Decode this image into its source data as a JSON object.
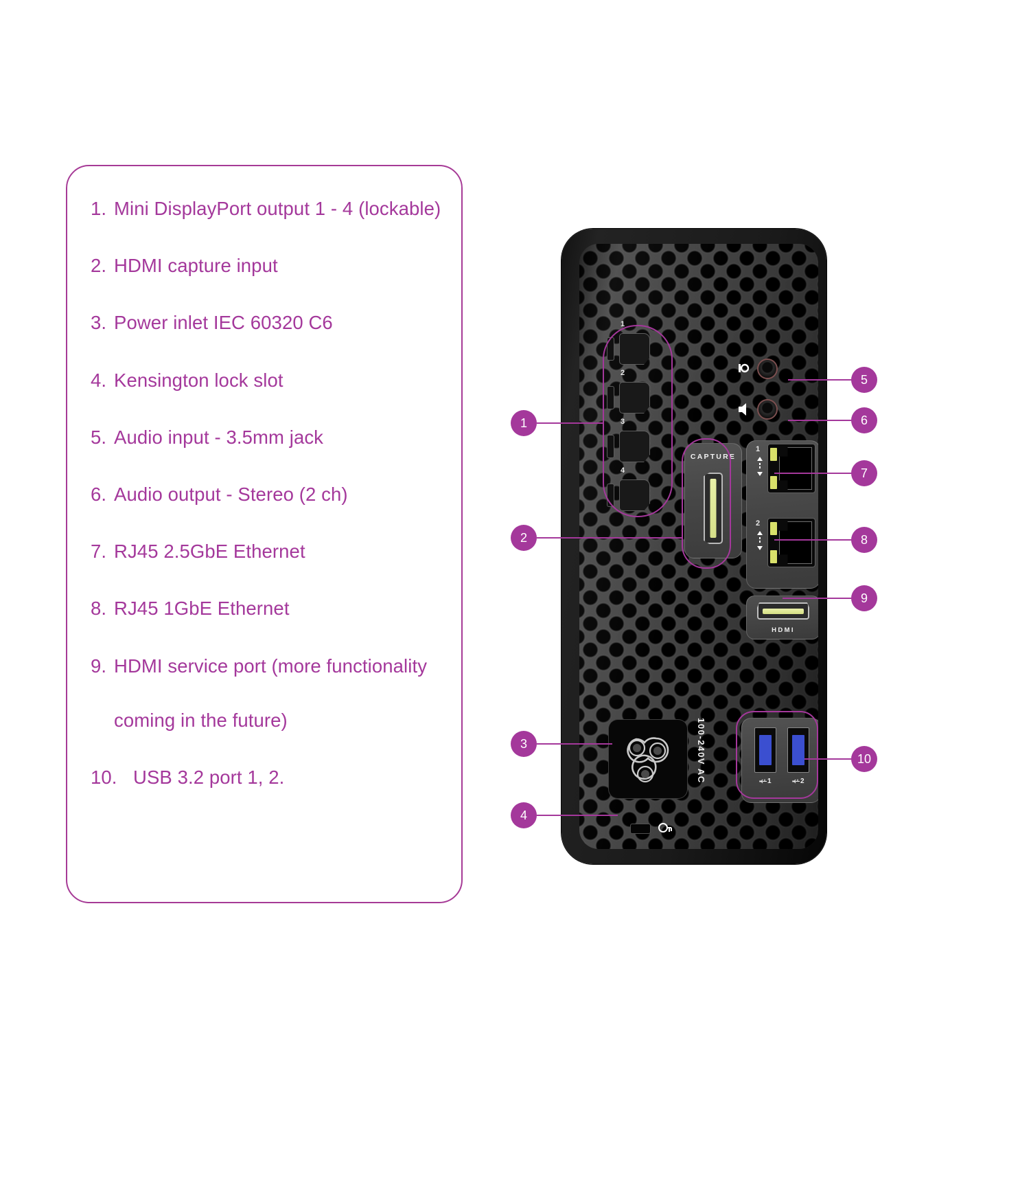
{
  "legend": {
    "items": [
      {
        "num": "1.",
        "text": "Mini DisplayPort output 1 - 4 (lockable)"
      },
      {
        "num": "2.",
        "text": "HDMI capture input"
      },
      {
        "num": "3.",
        "text": "Power inlet IEC 60320 C6"
      },
      {
        "num": "4.",
        "text": "Kensington lock slot"
      },
      {
        "num": "5.",
        "text": "Audio input - 3.5mm jack"
      },
      {
        "num": "6.",
        "text": "Audio output - Stereo (2 ch)"
      },
      {
        "num": "7.",
        "text": "RJ45 2.5GbE Ethernet"
      },
      {
        "num": "8.",
        "text": "RJ45 1GbE Ethernet"
      },
      {
        "num": "9.",
        "text": "HDMI service port (more functionality",
        "cont": "coming in the future)"
      },
      {
        "num": "10.",
        "text": "USB 3.2 port 1, 2."
      }
    ]
  },
  "device": {
    "capture_label": "CAPTURE",
    "hdmi_label": "HDMI",
    "ac_label": "100-240V AC",
    "displayport_numbers": [
      "1",
      "2",
      "3",
      "4"
    ],
    "ethernet_numbers": [
      "1",
      "2"
    ],
    "usb_labels": [
      "1",
      "2"
    ],
    "colors": {
      "accent": "#a4389b",
      "chassis": "#1b1b1b",
      "panel": "#434343",
      "led_yellow": "#d8e06a",
      "usb_blue": "#3b4fd0",
      "hdmi_gold": "#d6e089"
    }
  },
  "callouts": [
    {
      "id": "1",
      "label": "1"
    },
    {
      "id": "2",
      "label": "2"
    },
    {
      "id": "3",
      "label": "3"
    },
    {
      "id": "4",
      "label": "4"
    },
    {
      "id": "5",
      "label": "5"
    },
    {
      "id": "6",
      "label": "6"
    },
    {
      "id": "7",
      "label": "7"
    },
    {
      "id": "8",
      "label": "8"
    },
    {
      "id": "9",
      "label": "9"
    },
    {
      "id": "10",
      "label": "10"
    }
  ]
}
